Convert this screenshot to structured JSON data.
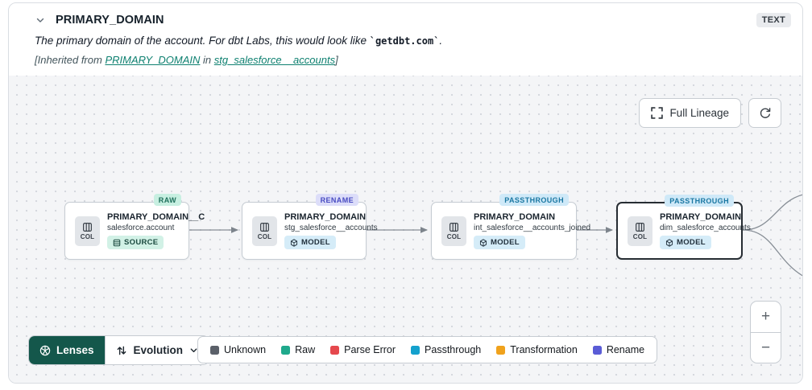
{
  "header": {
    "title": "PRIMARY_DOMAIN",
    "type_badge": "TEXT",
    "description_prefix": "The primary domain of the account. For dbt Labs, this would look like ",
    "description_code": "`getdbt.com`",
    "description_suffix": ".",
    "inherited_prefix": "[Inherited from ",
    "inherited_link_column": "PRIMARY_DOMAIN",
    "inherited_middle": " in ",
    "inherited_link_model": "stg_salesforce__accounts",
    "inherited_suffix": "]"
  },
  "toolbar": {
    "full_lineage_label": "Full Lineage"
  },
  "nodes": [
    {
      "tag": "RAW",
      "tag_bg": "#c7efe1",
      "tag_text": "#1e6f5b",
      "col_label": "COL",
      "title": "PRIMARY_DOMAIN__C",
      "subtitle": "salesforce.account",
      "badge": "SOURCE",
      "badge_bg": "#d2f1e6",
      "badge_text": "#1c4a40",
      "selected": false
    },
    {
      "tag": "RENAME",
      "tag_bg": "#dcddf9",
      "tag_text": "#474ac1",
      "col_label": "COL",
      "title": "PRIMARY_DOMAIN",
      "subtitle": "stg_salesforce__accounts",
      "badge": "MODEL",
      "badge_bg": "#d5ecf8",
      "badge_text": "#22313d",
      "selected": false
    },
    {
      "tag": "PASSTHROUGH",
      "tag_bg": "#cfe9f8",
      "tag_text": "#1a77a2",
      "col_label": "COL",
      "title": "PRIMARY_DOMAIN",
      "subtitle": "int_salesforce__accounts_joined",
      "badge": "MODEL",
      "badge_bg": "#d5ecf8",
      "badge_text": "#22313d",
      "selected": false
    },
    {
      "tag": "PASSTHROUGH",
      "tag_bg": "#cfe9f8",
      "tag_text": "#1a77a2",
      "col_label": "COL",
      "title": "PRIMARY_DOMAIN",
      "subtitle": "dim_salesforce_accounts",
      "badge": "MODEL",
      "badge_bg": "#d5ecf8",
      "badge_text": "#22313d",
      "selected": true
    }
  ],
  "lenses": {
    "label": "Lenses",
    "dropdown_label": "Evolution"
  },
  "legend": {
    "items": [
      {
        "label": "Unknown",
        "color": "#5b6069"
      },
      {
        "label": "Raw",
        "color": "#1fa98c"
      },
      {
        "label": "Parse Error",
        "color": "#e5484d"
      },
      {
        "label": "Passthrough",
        "color": "#14a1cd"
      },
      {
        "label": "Transformation",
        "color": "#f0a21c"
      },
      {
        "label": "Rename",
        "color": "#5a5cd6"
      }
    ]
  },
  "zoom_controls": {
    "zoom_in": "+",
    "zoom_out": "−"
  },
  "colors": {
    "link_teal": "#0e8070",
    "lenses_bg": "#14574b",
    "canvas_bg": "#f4f5f7",
    "edge_gray": "#80878f",
    "selected_node_border": "#272d33"
  }
}
